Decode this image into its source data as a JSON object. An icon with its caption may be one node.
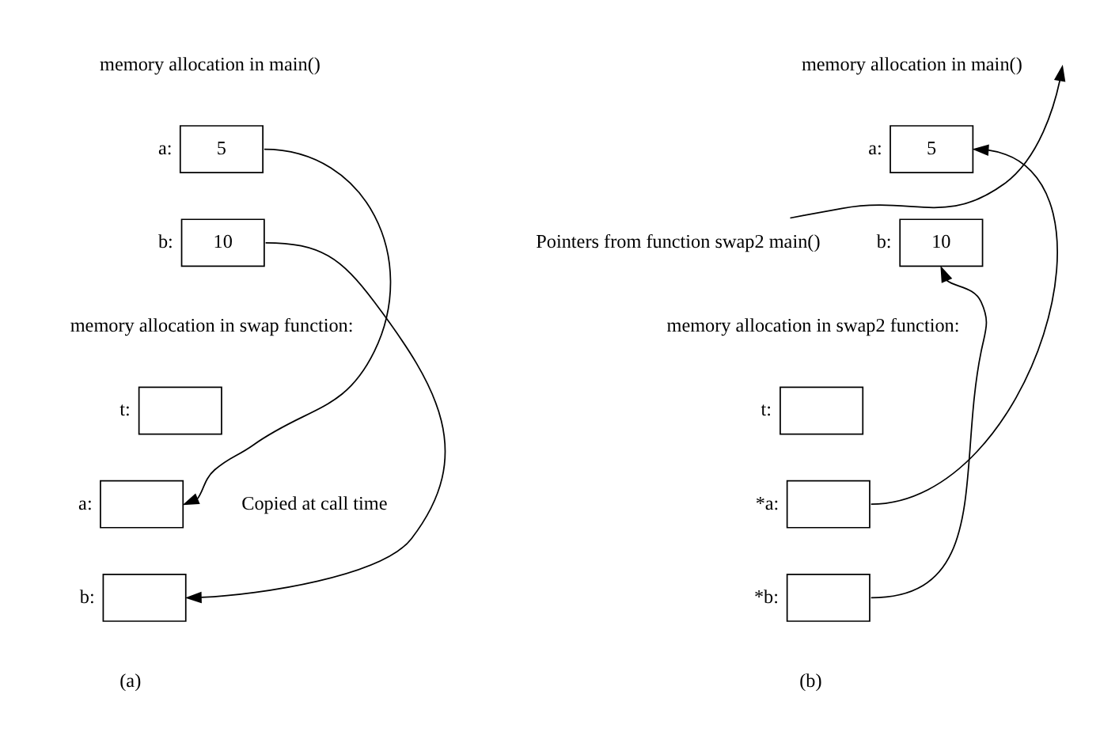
{
  "diagram": {
    "nodes": [
      {
        "text": [
          "5"
        ],
        "beside": [
          "a:"
        ]
      },
      {
        "text": [
          "10"
        ],
        "beside": [
          "b:"
        ]
      },
      {
        "text": [],
        "shape": "box",
        "beside": [
          "t:"
        ]
      },
      {
        "text": [],
        "shape": "box",
        "beside": [
          "a:"
        ]
      },
      {
        "text": [],
        "shape": "box",
        "beside": [
          "b:"
        ]
      },
      {
        "text": [
          "5"
        ],
        "beside": [
          "a:"
        ]
      },
      {
        "text": [
          "10"
        ],
        "beside": [
          "b:"
        ]
      },
      {
        "text": [],
        "shape": "box",
        "beside": [
          "t:"
        ]
      },
      {
        "text": [],
        "shape": "box",
        "beside": [
          "*a:"
        ]
      },
      {
        "text": [],
        "shape": "box",
        "beside": [
          "*b:"
        ]
      },
      {
        "text": [
          "Pointers from function swap2 main()"
        ]
      }
    ],
    "edges": [
      {
        "from": 0,
        "to": 3,
        "arrow": "to"
      },
      {
        "from": 1,
        "to": 4,
        "arrow": "to"
      },
      {
        "from": 8,
        "to": 5,
        "arrow": "to"
      },
      {
        "from": 9,
        "to": 6,
        "arrow": "to"
      },
      {
        "from": 10,
        "to": null,
        "arrow": "to"
      }
    ],
    "labels": [
      "memory allocation in main()",
      "memory allocation in swap function:",
      "Copied at call time",
      "(a)",
      "memory allocation in main()",
      "memory allocation in swap2 function:",
      "(b)"
    ]
  }
}
